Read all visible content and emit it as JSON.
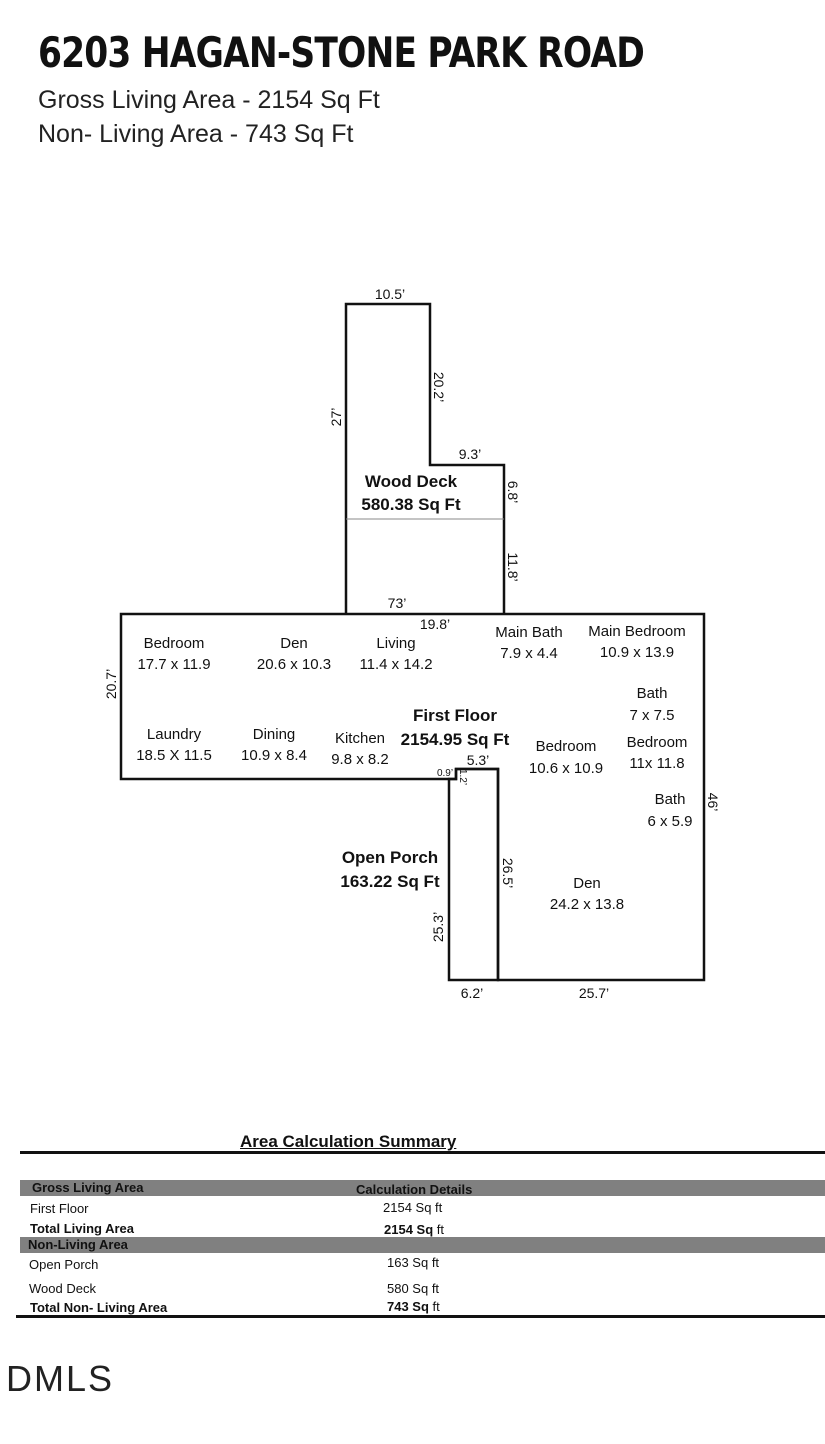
{
  "header": {
    "title": "6203 HAGAN-STONE PARK ROAD",
    "gross_living": "Gross Living Area - 2154 Sq Ft",
    "non_living": "Non- Living Area - 743 Sq Ft"
  },
  "plan": {
    "areas": {
      "wood_deck": {
        "name": "Wood Deck",
        "area": "580.38 Sq Ft"
      },
      "first_floor": {
        "name": "First Floor",
        "area": "2154.95 Sq Ft"
      },
      "open_porch": {
        "name": "Open Porch",
        "area": "163.22 Sq Ft"
      }
    },
    "rooms": [
      {
        "name": "Bedroom",
        "size": "17.7 x 11.9"
      },
      {
        "name": "Den",
        "size": "20.6 x 10.3"
      },
      {
        "name": "Living",
        "size": "11.4 x 14.2"
      },
      {
        "name": "Main Bath",
        "size": "7.9 x 4.4"
      },
      {
        "name": "Main Bedroom",
        "size": "10.9 x 13.9"
      },
      {
        "name": "Bath",
        "size": "7 x 7.5"
      },
      {
        "name": "Laundry",
        "size": "18.5 X 11.5"
      },
      {
        "name": "Dining",
        "size": "10.9 x 8.4"
      },
      {
        "name": "Kitchen",
        "size": "9.8 x 8.2"
      },
      {
        "name": "Bedroom",
        "size": "10.6 x 10.9"
      },
      {
        "name": "Bedroom",
        "size": "11x 11.8"
      },
      {
        "name": "Bath",
        "size": "6 x 5.9"
      },
      {
        "name": "Den",
        "size": "24.2 x 13.8"
      }
    ],
    "dimensions": {
      "deck_top": "10.5’",
      "deck_left": "27’",
      "deck_right_upper": "20.2’",
      "deck_step": "9.3’",
      "deck_right_mid": "6.8’",
      "deck_right_lower": "11.8’",
      "main_top": "73’",
      "deck_bottom": "19.8’",
      "main_left": "20.7’",
      "main_right": "46’",
      "porch_step_w": "0.9’",
      "porch_step_h": "1.2’",
      "porch_top": "5.3’",
      "porch_right": "26.5’",
      "porch_left": "25.3’",
      "porch_bottom": "6.2’",
      "den_bottom": "25.7’"
    }
  },
  "summary": {
    "title": "Area Calculation Summary",
    "gross_header": "Gross Living Area",
    "details_header": "Calculation Details",
    "first_floor": {
      "label": "First Floor",
      "value": "2154 Sq ft"
    },
    "total_living": {
      "label": "Total Living Area",
      "num": "2154 Sq",
      "unit": " ft"
    },
    "non_living_header": "Non-Living Area",
    "open_porch": {
      "label": "Open Porch",
      "value": "163 Sq ft"
    },
    "wood_deck": {
      "label": "Wood Deck",
      "value": "580 Sq ft"
    },
    "total_non_living": {
      "label": "Total Non- Living Area",
      "num": "743 Sq",
      "unit": " ft"
    }
  },
  "logo": "DMLS"
}
